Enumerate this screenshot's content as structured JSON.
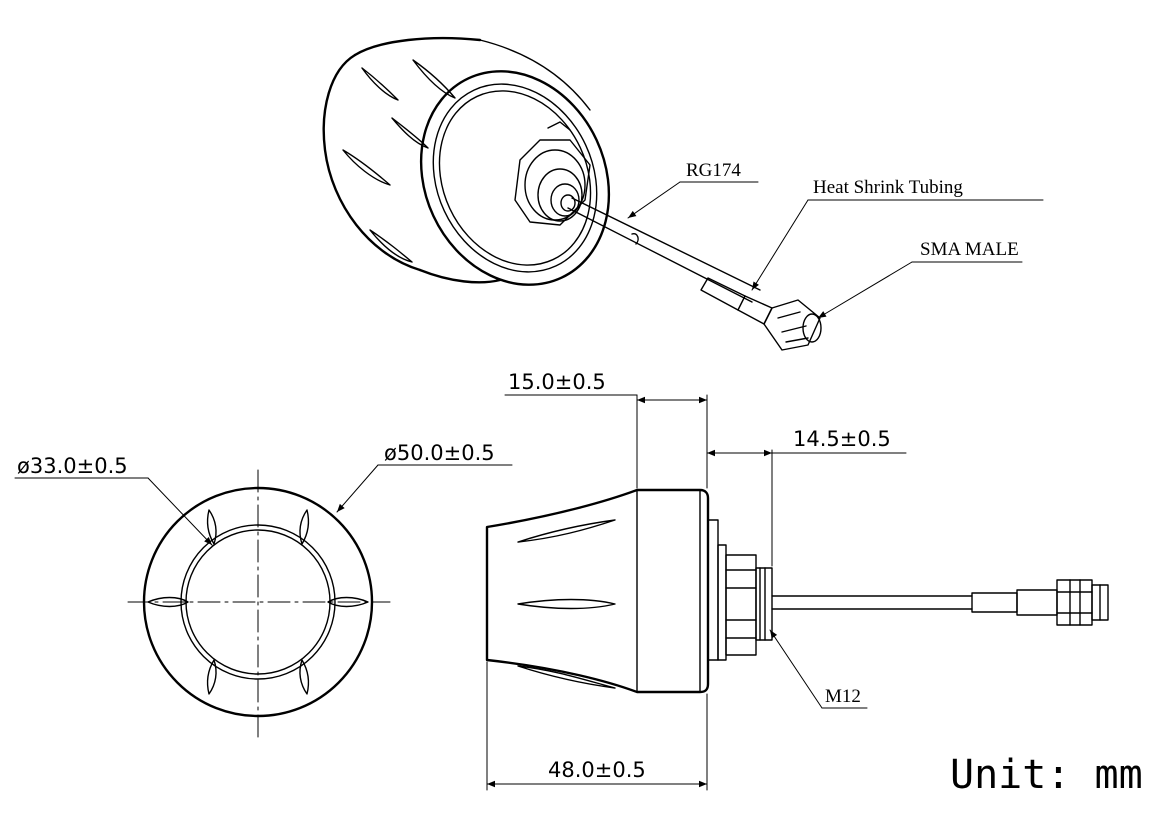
{
  "callouts": {
    "cable": "RG174",
    "tubing": "Heat Shrink Tubing",
    "connector": "SMA MALE",
    "thread": "M12"
  },
  "dimensions": {
    "inner_diameter": "ø33.0±0.5",
    "outer_diameter": "ø50.0±0.5",
    "thickness": "15.0±0.5",
    "thread_length": "14.5±0.5",
    "height": "48.0±0.5"
  },
  "unit_label": "Unit: mm"
}
